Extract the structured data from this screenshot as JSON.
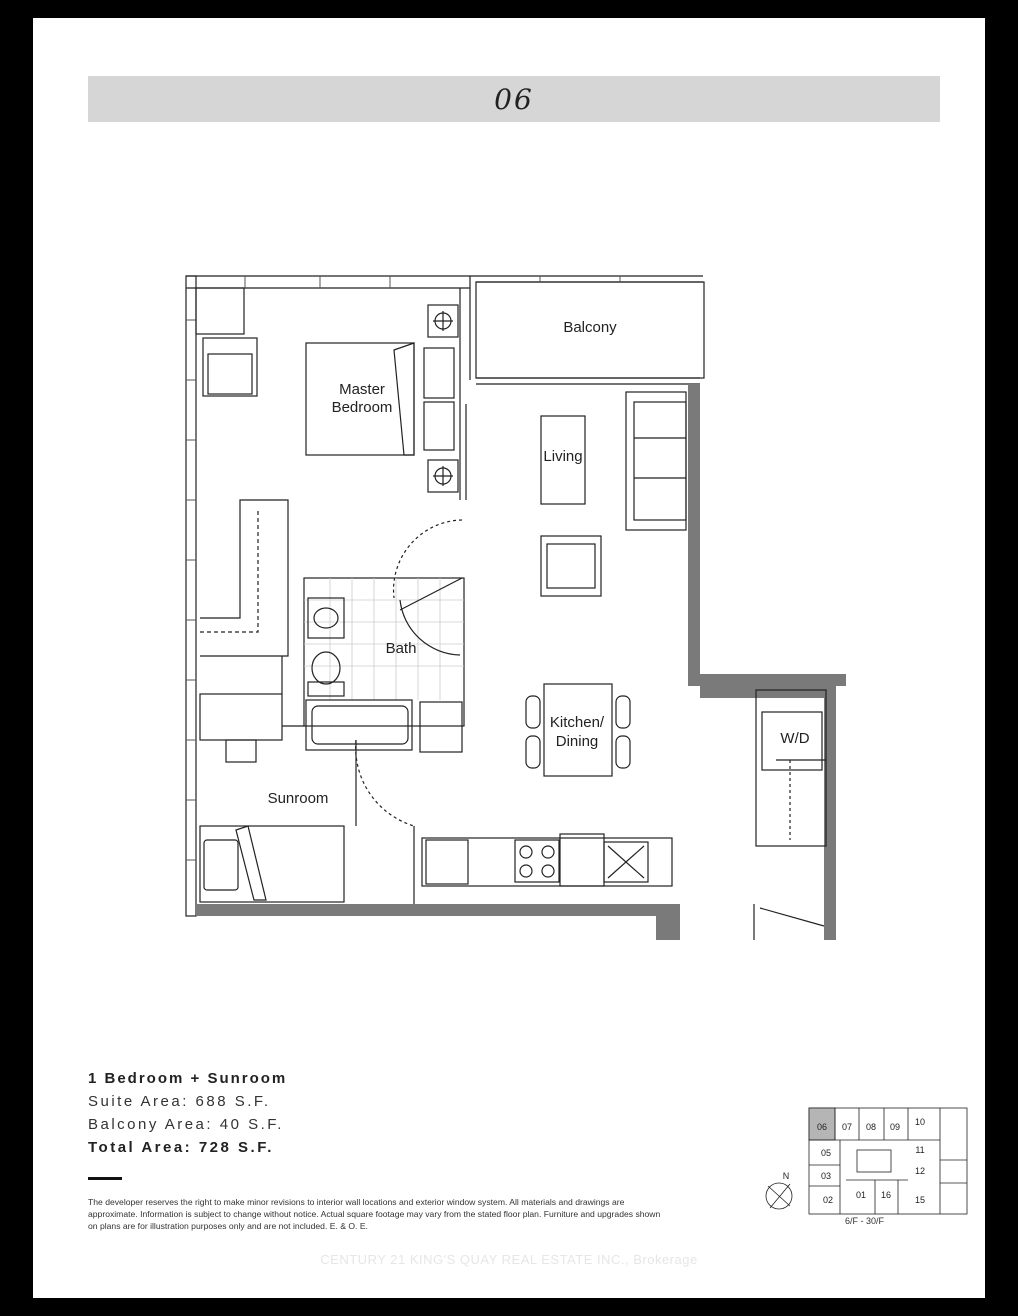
{
  "unit": {
    "number": "06"
  },
  "rooms": {
    "balcony": "Balcony",
    "master_bedroom_line1": "Master",
    "master_bedroom_line2": "Bedroom",
    "living": "Living",
    "bath": "Bath",
    "kitchen_line1": "Kitchen/",
    "kitchen_line2": "Dining",
    "wd": "W/D",
    "sunroom": "Sunroom"
  },
  "info": {
    "type": "1 Bedroom + Sunroom",
    "suite_area": "Suite Area: 688 S.F.",
    "balcony_area": "Balcony Area: 40 S.F.",
    "total_area": "Total Area: 728 S.F."
  },
  "disclaimer": "The developer reserves the right to make minor revisions to interior wall locations and exterior window system. All materials and drawings are approximate. Information is subject to change without notice. Actual square footage may vary from the stated floor plan. Furniture and upgrades shown on plans are for illustration purposes only and are not included. E. & O. E.",
  "keyplan": {
    "north": "N",
    "units": [
      "06",
      "07",
      "08",
      "09",
      "10",
      "11",
      "05",
      "03",
      "12",
      "02",
      "01",
      "16",
      "15"
    ],
    "floors": "6/F - 30/F",
    "highlight_color": "#b5b5b5"
  },
  "watermark": "CENTURY 21 KING'S QUAY REAL ESTATE INC., Brokerage"
}
